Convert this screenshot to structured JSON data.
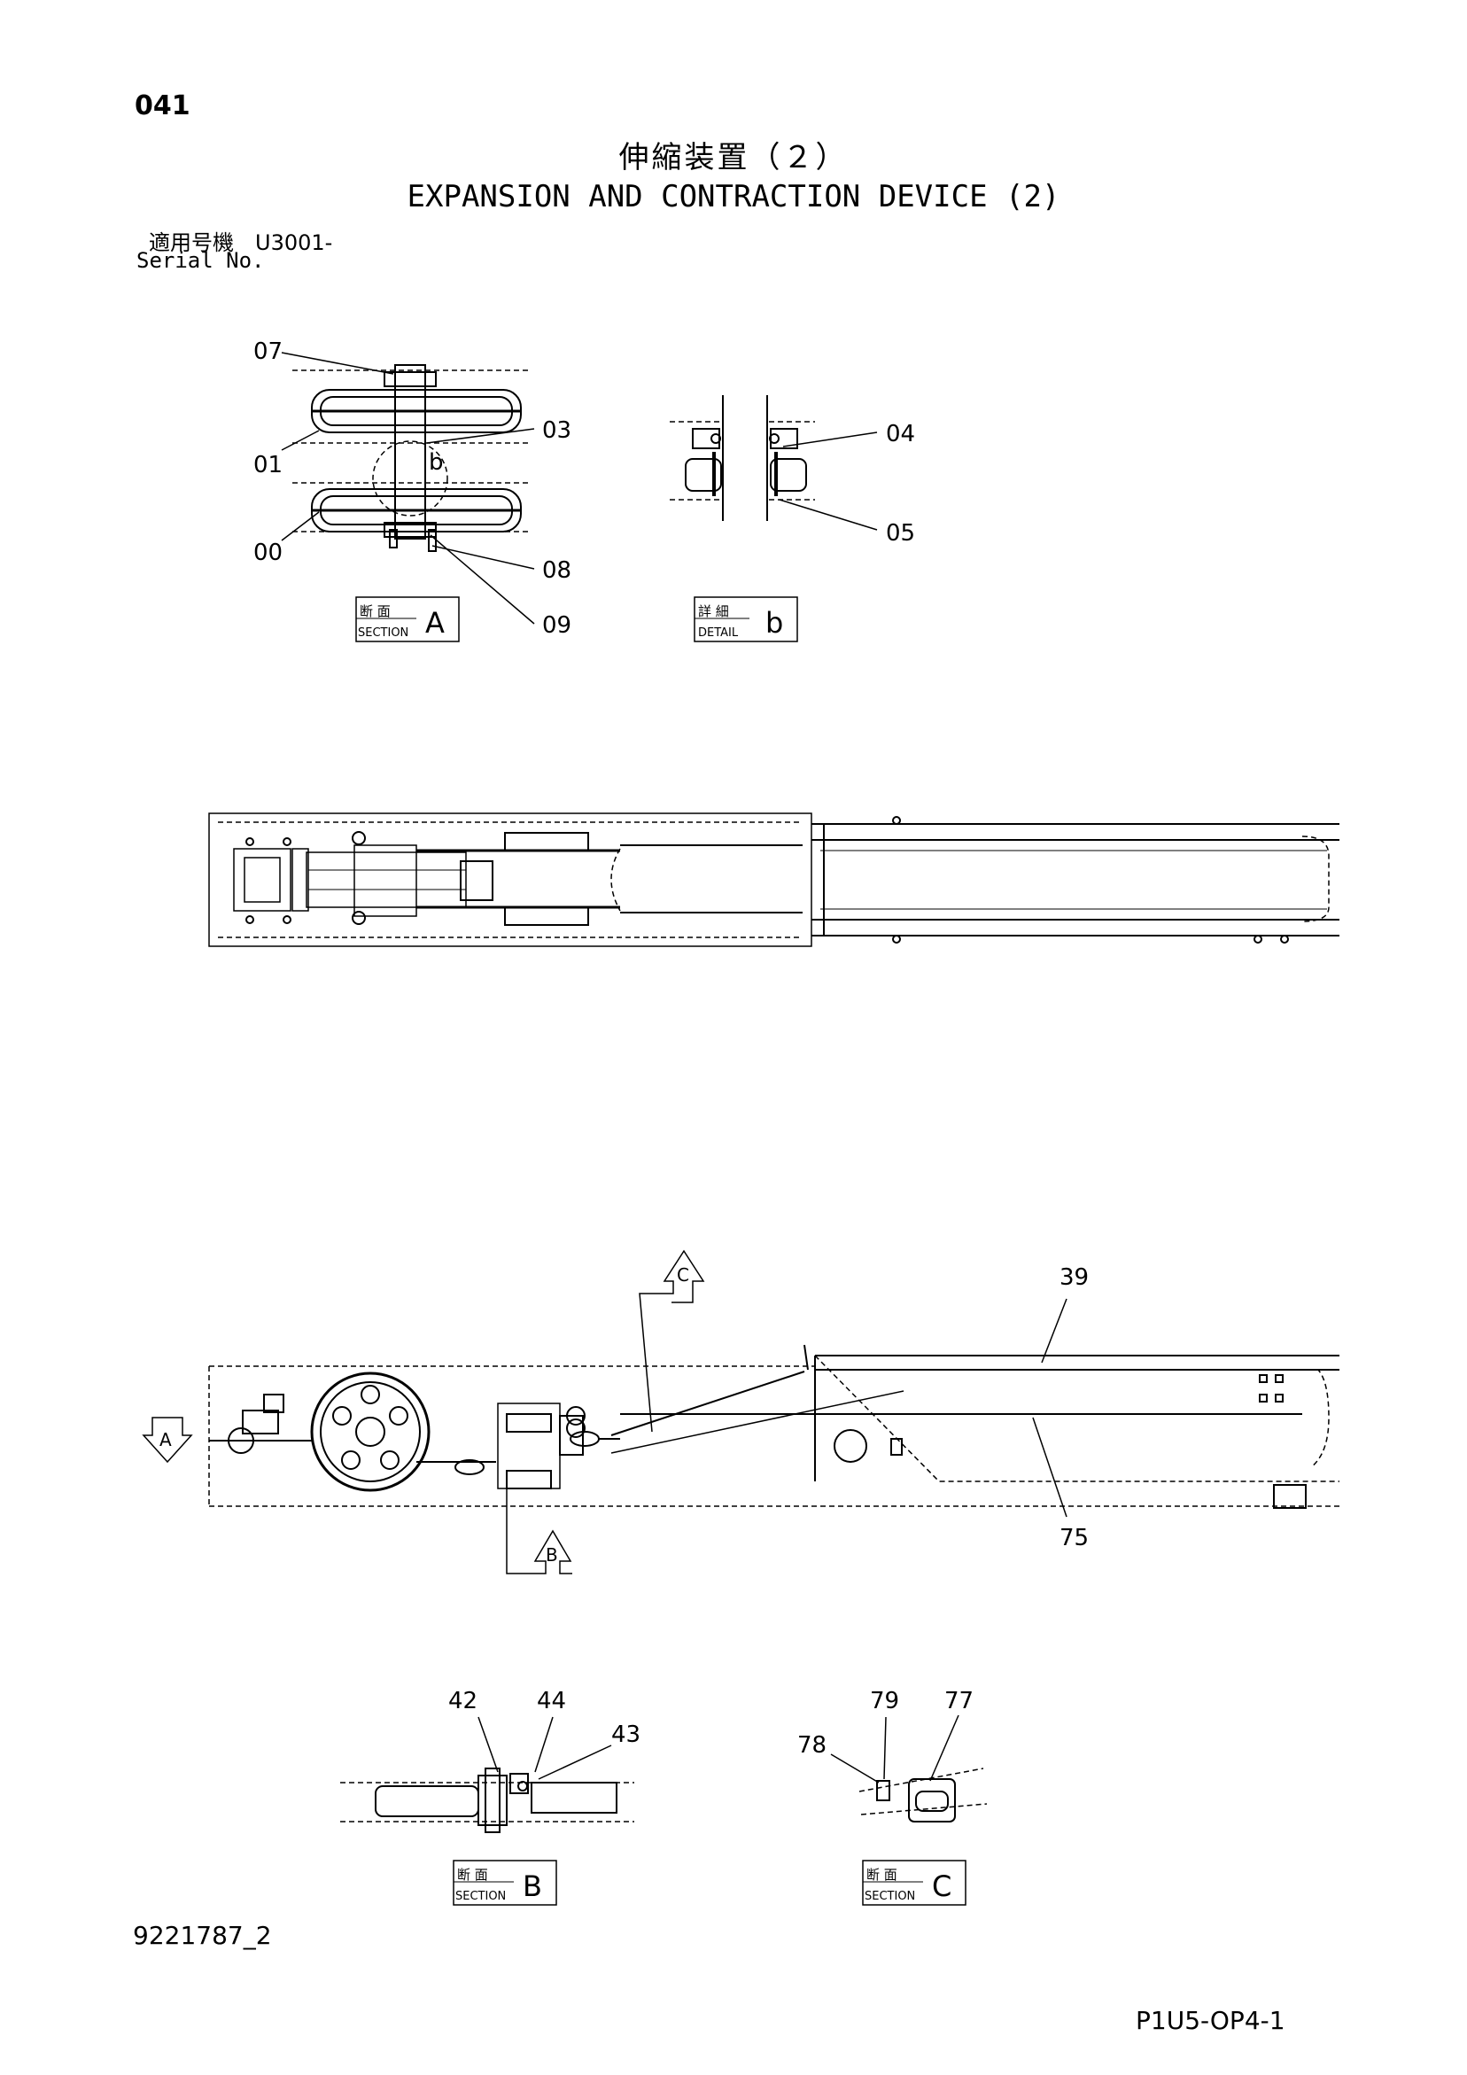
{
  "header": {
    "page_number": "041",
    "title_jp": "伸縮装置（２）",
    "title_en": "EXPANSION AND CONTRACTION DEVICE (2)",
    "serial_label_jp": "適用号機　U3001-",
    "serial_label_en": "Serial No."
  },
  "callouts": {
    "c07": "07",
    "c01": "01",
    "c00": "00",
    "c03": "03",
    "c08": "08",
    "c09": "09",
    "cb": "b",
    "c04": "04",
    "c05": "05",
    "c39": "39",
    "c75": "75",
    "c42": "42",
    "c44": "44",
    "c43": "43",
    "c79": "79",
    "c77": "77",
    "c78": "78"
  },
  "view_labels": {
    "section_a": {
      "jp": "断 面",
      "en": "SECTION",
      "letter": "A"
    },
    "detail_b": {
      "jp": "詳 細",
      "en": "DETAIL",
      "letter": "b"
    },
    "section_b": {
      "jp": "断 面",
      "en": "SECTION",
      "letter": "B"
    },
    "section_c": {
      "jp": "断 面",
      "en": "SECTION",
      "letter": "C"
    }
  },
  "arrows": {
    "a": "A",
    "b": "B",
    "c": "C"
  },
  "footer": {
    "doc_number": "9221787_2",
    "page_code": "P1U5-OP4-1"
  }
}
